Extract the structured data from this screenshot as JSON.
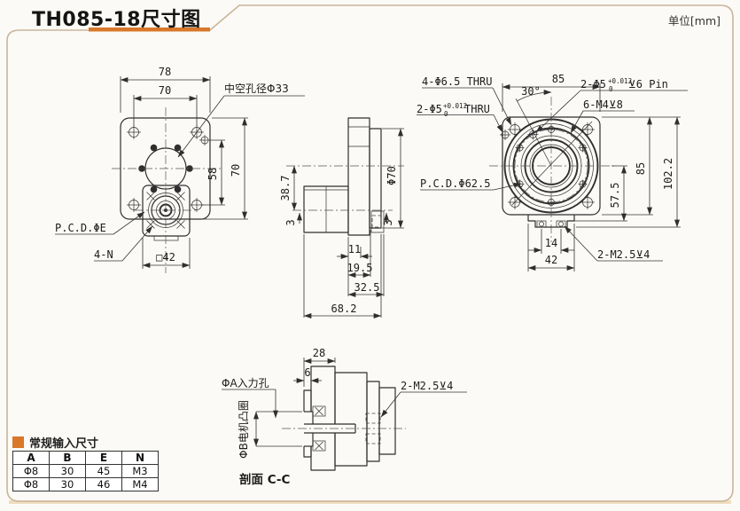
{
  "title": "TH085-18尺寸图",
  "unit": "单位[mm]",
  "colors": {
    "accent": "#d9782a",
    "border": "#c9b59a",
    "line": "#2f2f2f"
  },
  "front": {
    "w78": "78",
    "w70": "70",
    "hollow": "中空孔径Φ33",
    "h58": "58",
    "h70": "70",
    "pcd": "P.C.D.ΦE",
    "n4": "4-N",
    "sq42": "□42"
  },
  "side": {
    "off387": "38.7",
    "g3l": "3",
    "g3r": "3",
    "phi70": "Φ70",
    "w11": "11",
    "w195": "19.5",
    "w325": "32.5",
    "w682": "68.2"
  },
  "rear": {
    "c4phi65": "4-Φ6.5 THRU",
    "c2phi5": "2-Φ5",
    "tolU": "+0.012",
    "tolD": "0",
    "thru": "THRU",
    "p2phi5": "2-Φ5",
    "ptolU": "+0.012",
    "ptolD": "0",
    "pin": "⊻6 Pin",
    "m4": "6-M4⊻8",
    "w85": "85",
    "a30": "30°",
    "pcd": "P.C.D.Φ62.5",
    "h85": "85",
    "h102": "102.2",
    "h57": "57.5",
    "w14": "14",
    "w42": "42",
    "m25": "2-M2.5⊻4"
  },
  "section": {
    "w28": "28",
    "w6": "6",
    "inHole": "ΦA入力孔",
    "boss": "ΦB电机凸圈",
    "m25": "2-M2.5⊻4",
    "caption": "剖面 C-C"
  },
  "table": {
    "legend": "常规输入尺寸",
    "headers": [
      "A",
      "B",
      "E",
      "N"
    ],
    "rows": [
      [
        "Φ8",
        "30",
        "45",
        "M3"
      ],
      [
        "Φ8",
        "30",
        "46",
        "M4"
      ]
    ]
  }
}
